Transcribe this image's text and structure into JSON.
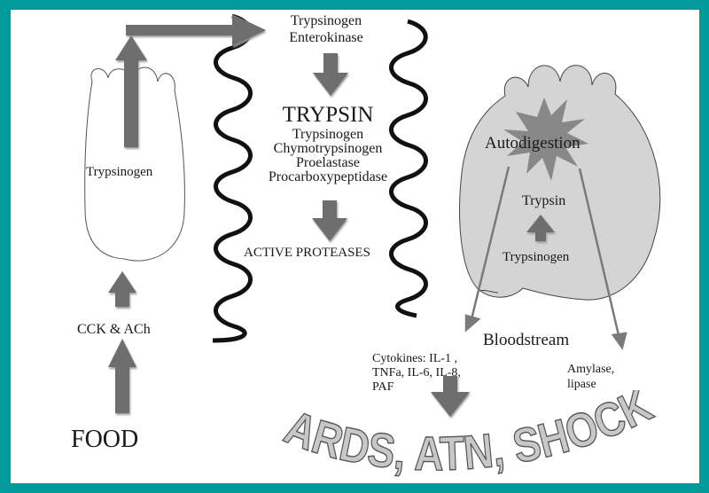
{
  "colors": {
    "frame": "#009a9a",
    "panel": "#ffffff",
    "arrow": "#6e6e6e",
    "spiral": "#111111",
    "gland": "#d4d4d4",
    "burst": "#7a7a7a",
    "shock_text": "#c8c8c8"
  },
  "labels": {
    "food": "FOOD",
    "cck_ach": "CCK & ACh",
    "acinar_trypsinogen": "Trypsinogen",
    "top_line1": "Trypsinogen",
    "top_line2": "Enterokinase",
    "trypsin_big": "TRYPSIN",
    "zymogens": [
      "Trypsinogen",
      "Chymotrypsinogen",
      "Proelastase",
      "Procarboxypeptidase"
    ],
    "active_proteases": "ACTIVE PROTEASES",
    "autodigestion": "Autodigestion",
    "gland_trypsin": "Trypsin",
    "gland_trypsinogen": "Trypsinogen",
    "bloodstream": "Bloodstream",
    "cytokines": [
      "Cytokines: IL-1 ,",
      "TNFa, IL-6, IL-8,",
      "PAF"
    ],
    "amylase": [
      "Amylase,",
      "lipase"
    ],
    "outcome": "ARDS, ATN, SHOCK"
  },
  "icons": [
    "acinar-cell-outline",
    "gut-wall-spiral-left",
    "gut-wall-spiral-right",
    "pancreas-gland",
    "autodigestion-burst",
    "flow-arrows"
  ]
}
